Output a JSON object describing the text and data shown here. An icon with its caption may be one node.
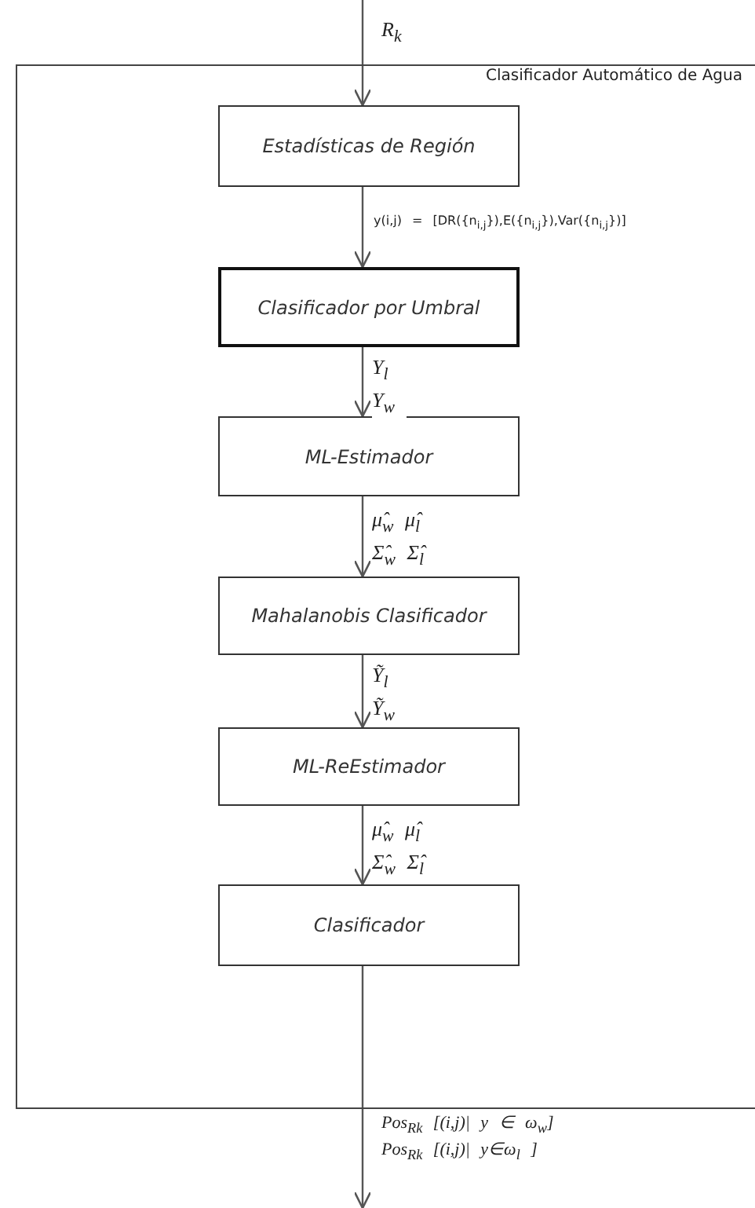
{
  "diagram": {
    "nodes": [
      {
        "text": [
          "Clasificador Automático de Agua"
        ]
      },
      {
        "text": [
          "Estadísticas de Región"
        ],
        "in": 0
      },
      {
        "text": [
          "Clasificador por Umbral"
        ],
        "in": 0
      },
      {
        "text": [
          "ML-Estimador"
        ],
        "in": 0
      },
      {
        "text": [
          "Mahalanobis Clasificador"
        ],
        "in": 0
      },
      {
        "text": [
          "ML-ReEstimador"
        ],
        "in": 0
      },
      {
        "text": [
          "Clasificador"
        ],
        "in": 0
      }
    ],
    "edges": [
      {
        "from": null,
        "to": 1,
        "arrow": "to",
        "label": "R$_{k}$"
      },
      {
        "from": 1,
        "to": 2,
        "arrow": "to",
        "label": "y(i,j) = [DR({n$_{i,j}$}),E({n$_{i,j}$}),Var({n$_{i,j}$})]"
      },
      {
        "from": 2,
        "to": 3,
        "arrow": "to",
        "label": "Y$_{l}$ Y$_{w}$"
      },
      {
        "from": 3,
        "to": 4,
        "arrow": "to",
        "label": "μ̂$_{w}$ μ̂$_{l}$ Σ̂$_{w}$ Σ̂$_{l}$"
      },
      {
        "from": 4,
        "to": 5,
        "arrow": "to",
        "label": "Ỹ$_{l}$ Ỹ$_{w}$"
      },
      {
        "from": 5,
        "to": 6,
        "arrow": "to",
        "label": "μ̂$_{w}$ μ̂$_{l}$ Σ̂$_{w}$ Σ̂$_{l}$"
      },
      {
        "from": 6,
        "to": null,
        "arrow": "to",
        "label": "Pos$_{Rk}$ [(i,j)| y ∈ ω$_{w}$] Pos$_{Rk}$ [(i,j)| y∈ω$_{l}$ ]"
      }
    ]
  }
}
